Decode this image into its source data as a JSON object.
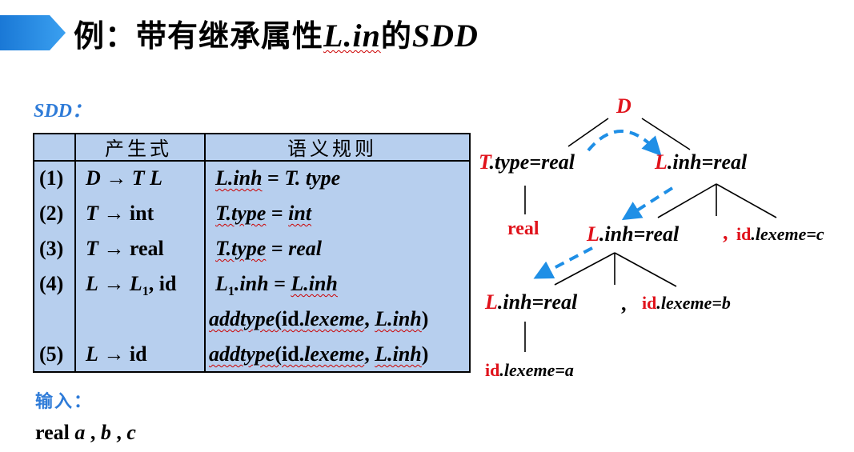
{
  "title": {
    "prefix": "例：带有继承属性",
    "attr": "L.in",
    "suffix1": "的",
    "suffix2": "SDD"
  },
  "sdd_label": "SDD：",
  "table": {
    "header_production": "产生式",
    "header_rules": "语义规则",
    "rows": [
      {
        "num": "(1)",
        "lhs": "D",
        "arrow": "→",
        "rhs_a": "T L",
        "rhs_b": "",
        "rhs_c": "",
        "rule_a": "L.inh",
        "rule_b": " = ",
        "rule_c": "T. type"
      },
      {
        "num": "(2)",
        "lhs": "T",
        "arrow": "→",
        "rhs_a": "",
        "rhs_b": "int",
        "rhs_c": "",
        "rule_a": "T.type",
        "rule_b": " = ",
        "rule_c": "int"
      },
      {
        "num": "(3)",
        "lhs": "T",
        "arrow": "→",
        "rhs_a": "",
        "rhs_b": "real",
        "rhs_c": "",
        "rule_a": "T.type",
        "rule_b": " = ",
        "rule_c": "real"
      },
      {
        "num": "(4)",
        "lhs": "L",
        "arrow": "→",
        "rhs_a": "L",
        "rhs_sub": "1",
        "rhs_b": ", id",
        "rule_a": "L",
        "rule_sub": "1",
        "rule_b": ".inh = ",
        "rule_c": "L.inh"
      },
      {
        "num": "",
        "rule_a": "addtype",
        "rule_b": "(id.",
        "rule_c": "lexeme",
        "rule_d": ", ",
        "rule_e": "L.inh",
        "rule_f": ")"
      },
      {
        "num": "(5)",
        "lhs": "L",
        "arrow": "→",
        "rhs_b": "id",
        "rule_a": "addtype",
        "rule_b": "(id.",
        "rule_c": "lexeme",
        "rule_d": ", ",
        "rule_e": "L.inh",
        "rule_f": ")"
      }
    ]
  },
  "input": {
    "label": "输入：",
    "kw": "real ",
    "a": "a",
    "s1": " , ",
    "b": "b",
    "s2": " , ",
    "c": "c"
  },
  "tree": {
    "root": "D",
    "t_type": {
      "a": "T",
      "b": ".type=real"
    },
    "l1": {
      "a": "L",
      "b": ".inh=real"
    },
    "real_leaf": "real",
    "l2": {
      "a": "L",
      "b": ".inh=real"
    },
    "comma1": ",",
    "id_c": {
      "a": "id",
      "b": ".lexeme=c"
    },
    "l3": {
      "a": "L",
      "b": ".inh=real"
    },
    "comma2": ",",
    "id_b": {
      "a": "id",
      "b": ".lexeme=b"
    },
    "id_a": {
      "a": "id",
      "b": ".lexeme=a"
    }
  },
  "colors": {
    "accent_blue": "#2e7bd8",
    "arrow_blue": "#1f8fe6",
    "table_fill": "#b7cfee",
    "red": "#e0121b",
    "wavy_underline": "#cc0000"
  }
}
